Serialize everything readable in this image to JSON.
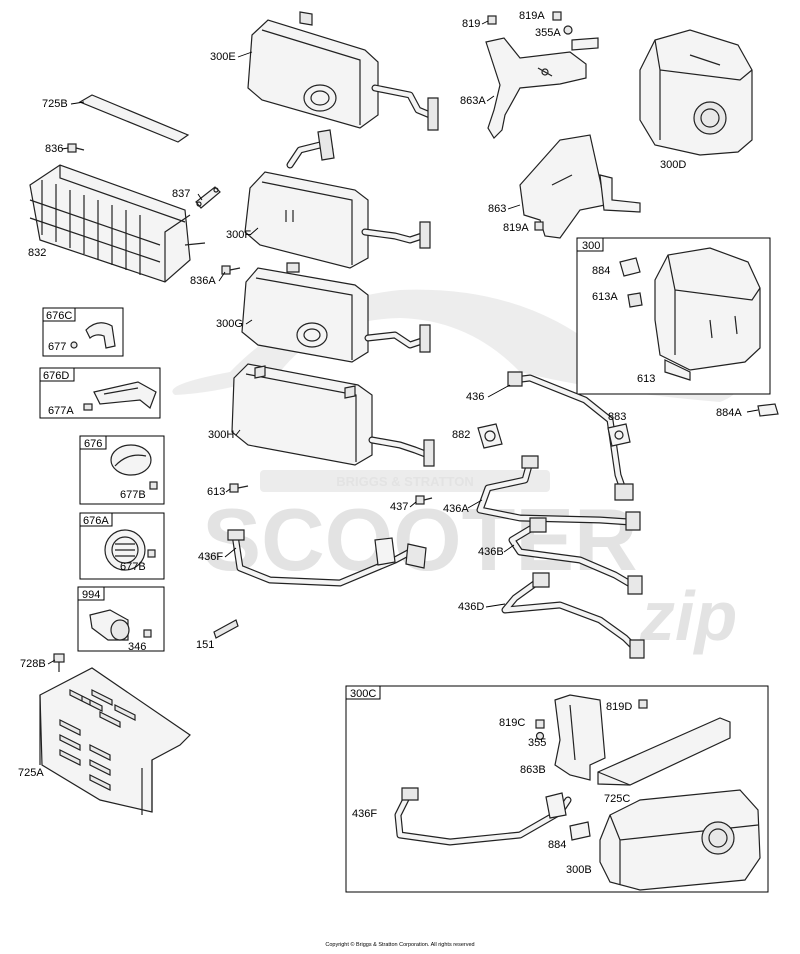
{
  "watermark": {
    "brand_small": "BRIGGS & STRATTON",
    "brand_large": "SCOOTER",
    "brand_script": "zip"
  },
  "copyright": "Copyright © Briggs & Stratton Corporation. All rights reserved",
  "labels": {
    "l300E": "300E",
    "l725B": "725B",
    "l836": "836",
    "l832": "832",
    "l837": "837",
    "l300F": "300F",
    "l836A": "836A",
    "l300G": "300G",
    "l677": "677",
    "l677A": "677A",
    "l300H": "300H",
    "l677B_1": "677B",
    "l677B_2": "677B",
    "l613": "613",
    "l437": "437",
    "l436F": "436F",
    "l346": "346",
    "l151": "151",
    "l728B": "728B",
    "l725A": "725A",
    "l819": "819",
    "l819A_top": "819A",
    "l355A": "355A",
    "l863A": "863A",
    "l300D": "300D",
    "l863": "863",
    "l819A_mid": "819A",
    "l884": "884",
    "l613A": "613A",
    "l613_box": "613",
    "l884A": "884A",
    "l436": "436",
    "l883": "883",
    "l882": "882",
    "l436A": "436A",
    "l436B": "436B",
    "l436D": "436D",
    "l819C": "819C",
    "l819D": "819D",
    "l355": "355",
    "l863B": "863B",
    "l725C": "725C",
    "l436F_box": "436F",
    "l884_box": "884",
    "l300B": "300B"
  },
  "boxes": {
    "b676C": "676C",
    "b676D": "676D",
    "b676": "676",
    "b676A": "676A",
    "b994": "994",
    "b300": "300",
    "b300C": "300C"
  }
}
